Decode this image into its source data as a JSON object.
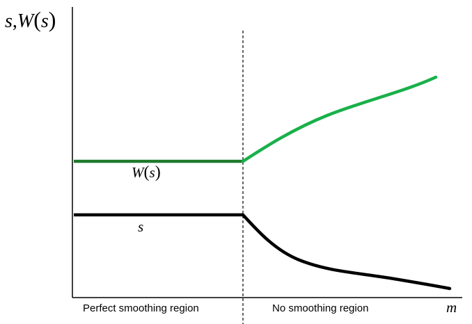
{
  "axis": {
    "y_label": {
      "s": "s",
      "comma": ",",
      "W": "W",
      "open": "(",
      "inner_s": "s",
      "close": ")"
    },
    "x_label": "m"
  },
  "regions": {
    "left_label": "Perfect smoothing region",
    "right_label": "No smoothing region"
  },
  "curves": {
    "W_label": {
      "W": "W",
      "open": "(",
      "inner_s": "s",
      "close": ")"
    },
    "s_label": "s"
  },
  "colors": {
    "W_flat": "#1e7a2c",
    "W_rising": "#19b04a",
    "s_curve": "#000000",
    "axis": "#000000"
  }
}
